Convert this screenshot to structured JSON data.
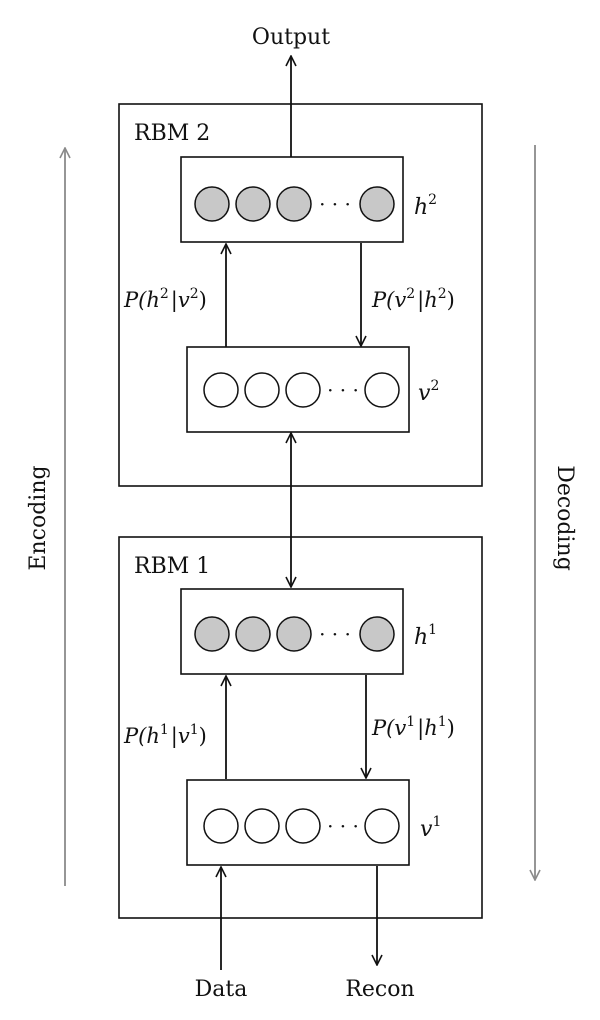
{
  "labels": {
    "output": "Output",
    "data": "Data",
    "recon": "Recon",
    "encoding": "Encoding",
    "decoding": "Decoding"
  },
  "rbm2": {
    "title": "RBM 2",
    "hidden": {
      "base": "h",
      "sup": "2"
    },
    "visible": {
      "base": "v",
      "sup": "2"
    },
    "up_prob": {
      "f": "P(",
      "a": "h",
      "a_sup": "2",
      "sep": "|",
      "b": "v",
      "b_sup": "2",
      "close": ")"
    },
    "down_prob": {
      "f": "P(",
      "a": "v",
      "a_sup": "2",
      "sep": "|",
      "b": "h",
      "b_sup": "2",
      "close": ")"
    }
  },
  "rbm1": {
    "title": "RBM 1",
    "hidden": {
      "base": "h",
      "sup": "1"
    },
    "visible": {
      "base": "v",
      "sup": "1"
    },
    "up_prob": {
      "f": "P(",
      "a": "h",
      "a_sup": "1",
      "sep": "|",
      "b": "v",
      "b_sup": "1",
      "close": ")"
    },
    "down_prob": {
      "f": "P(",
      "a": "v",
      "a_sup": "1",
      "sep": "|",
      "b": "h",
      "b_sup": "1",
      "close": ")"
    }
  },
  "ellipsis": "· · ·",
  "colors": {
    "hidden_unit": "#c8c8c8",
    "visible_unit": "#ffffff",
    "side_arrow": "#8a8a8a",
    "stroke": "#111111"
  }
}
